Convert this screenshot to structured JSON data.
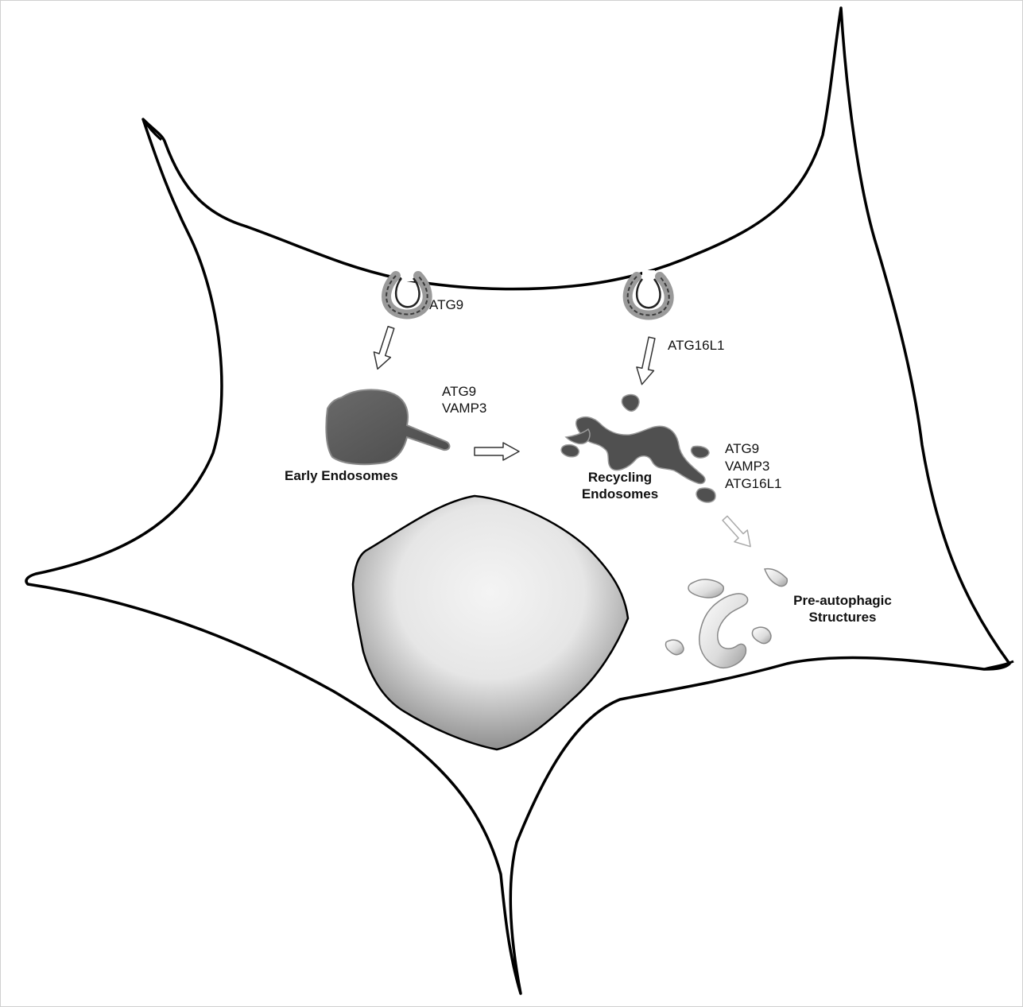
{
  "figure": {
    "labels": {
      "pit_left_protein": "ATG9",
      "pit_right_protein": "ATG16L1",
      "early_endosome_proteins": [
        "ATG9",
        "VAMP3"
      ],
      "early_endosome_name": "Early Endosomes",
      "recycling_endosome_name": [
        "Recycling",
        "Endosomes"
      ],
      "recycling_endosome_proteins": [
        "ATG9",
        "VAMP3",
        "ATG16L1"
      ],
      "pre_autophagic_name": [
        "Pre-autophagic",
        "Structures"
      ]
    },
    "colors": {
      "cell_outline": "#000000",
      "endosome_fill": "#5a5a5a",
      "nucleus_light": "#f2f2f2",
      "nucleus_dark": "#9a9a9a",
      "pit_coat": "#8a8a8a",
      "arrow_stroke": "#333333"
    }
  }
}
